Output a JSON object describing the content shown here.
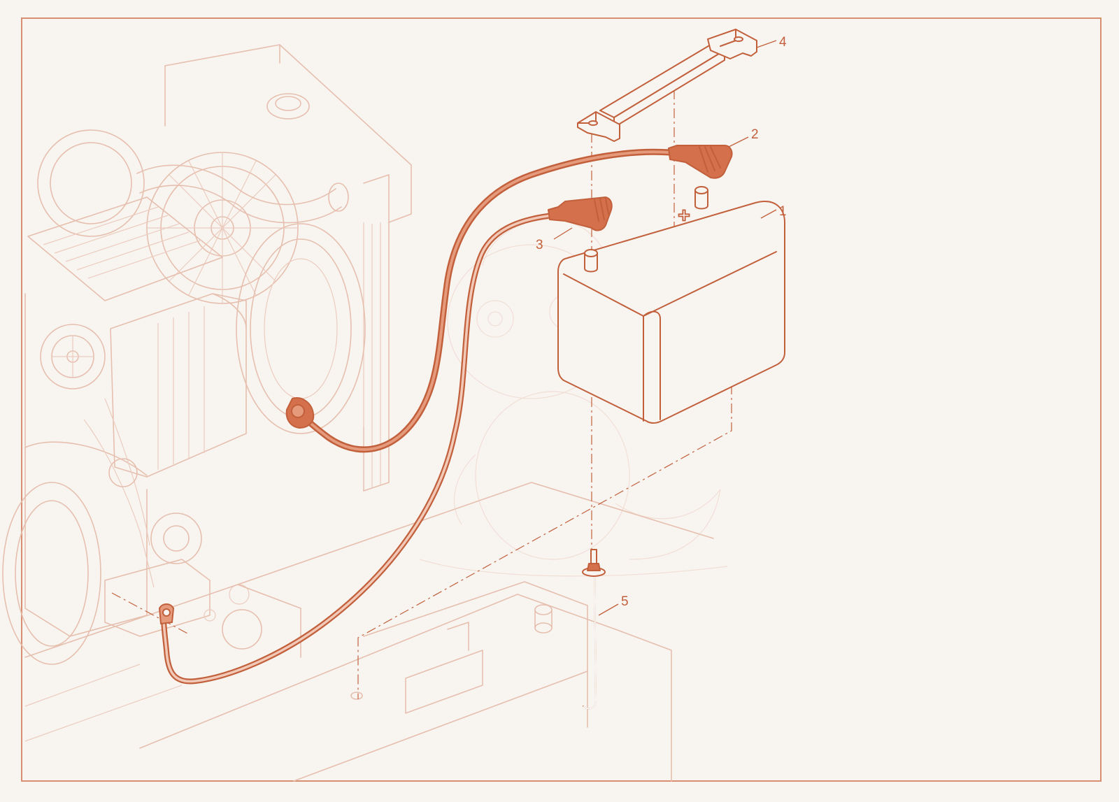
{
  "diagram": {
    "colors": {
      "accent": "#c2603c",
      "ghost": "#e6bfae",
      "background": "#f8f5f1",
      "cable_fill": "#d87a5a",
      "terminal_fill": "#d4704c"
    },
    "terminal_marking": "+",
    "callouts": [
      {
        "id": "1",
        "label": "1",
        "part": "battery"
      },
      {
        "id": "2",
        "label": "2",
        "part": "positive-cable-terminal"
      },
      {
        "id": "3",
        "label": "3",
        "part": "negative-cable-terminal"
      },
      {
        "id": "4",
        "label": "4",
        "part": "hold-down-bracket"
      },
      {
        "id": "5",
        "label": "5",
        "part": "j-bolt"
      }
    ]
  }
}
